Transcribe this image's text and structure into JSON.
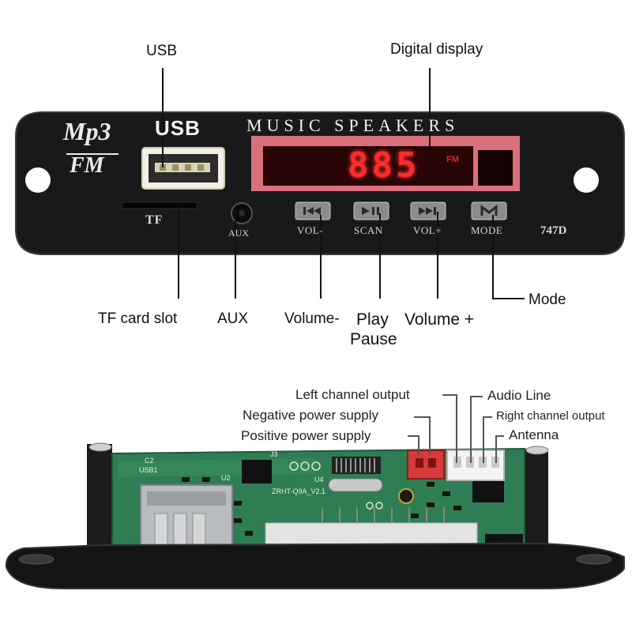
{
  "top_panel": {
    "logo_line1": "Mp3",
    "logo_line2": "FM",
    "usb_text": "USB",
    "brand_text": "MUSIC SPEAKERS",
    "display_digits": "885",
    "display_unit": "FM",
    "tf_text": "TF",
    "aux_text": "AUX",
    "buttons": [
      {
        "label": "VOL-",
        "icon": "previous-icon"
      },
      {
        "label": "SCAN",
        "icon": "play-pause-icon"
      },
      {
        "label": "VOL+",
        "icon": "next-icon"
      },
      {
        "label": "MODE",
        "icon": "mode-icon"
      }
    ],
    "model": "747D"
  },
  "top_callouts": {
    "usb": "USB",
    "digital_display": "Digital display",
    "tf_card_slot": "TF card slot",
    "aux": "AUX",
    "volume_minus": "Volume-",
    "play": "Play",
    "pause": "Pause",
    "volume_plus": "Volume +",
    "mode": "Mode"
  },
  "bottom_callouts": {
    "left_channel_output": "Left channel output",
    "audio_line": "Audio Line",
    "negative_power_supply": "Negative power supply",
    "right_channel_output": "Right channel output",
    "positive_power_supply": "Positive power supply",
    "antenna": "Antenna"
  },
  "board_silkscreen": {
    "c2": "C2",
    "usb1": "USB1",
    "j3": "J3",
    "u4": "U4",
    "u2": "U2",
    "board_code": "ZRHT-Q9A_V2.1"
  },
  "colors": {
    "panel": "#17181a",
    "display_bg": "#2a0506",
    "display_frame": "#d9707c",
    "led_red": "#ff2a2a",
    "pcb_green": "#2f7d52",
    "red_connector": "#d63a3a"
  }
}
